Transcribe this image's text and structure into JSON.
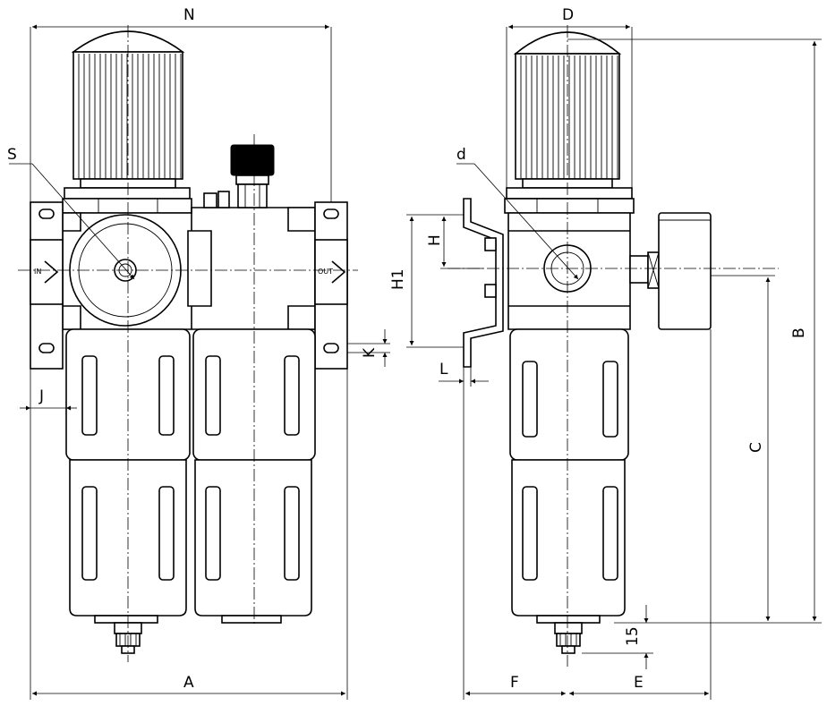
{
  "labels": {
    "N": "N",
    "S": "S",
    "A": "A",
    "J": "J",
    "K": "K",
    "D": "D",
    "d": "d",
    "H": "H",
    "H1": "H1",
    "L": "L",
    "B": "B",
    "C": "C",
    "F": "F",
    "E": "E",
    "fifteen": "15",
    "port_in": "IN",
    "port_out": "OUT"
  }
}
